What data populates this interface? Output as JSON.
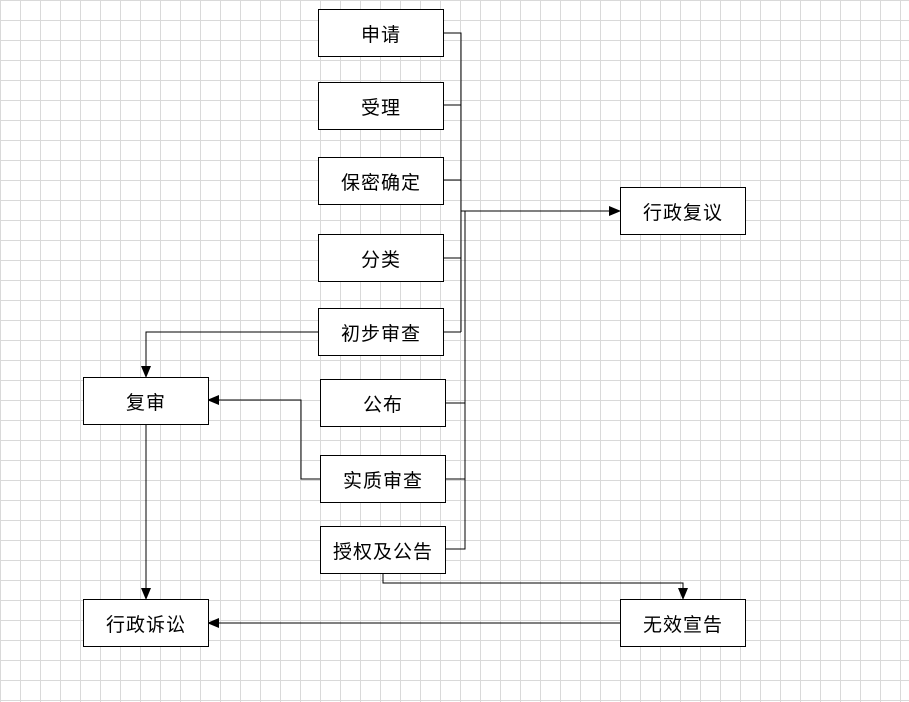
{
  "nodes": {
    "apply": "申请",
    "accept": "受理",
    "secrecy": "保密确定",
    "classify": "分类",
    "preliminary": "初步审查",
    "publish": "公布",
    "substantive": "实质审查",
    "grant": "授权及公告",
    "admin_review": "行政复议",
    "reexam": "复审",
    "litigation": "行政诉讼",
    "invalidation": "无效宣告"
  },
  "colors": {
    "line": "#000000",
    "grid": "#d9d9d9",
    "box_fill": "#ffffff"
  }
}
